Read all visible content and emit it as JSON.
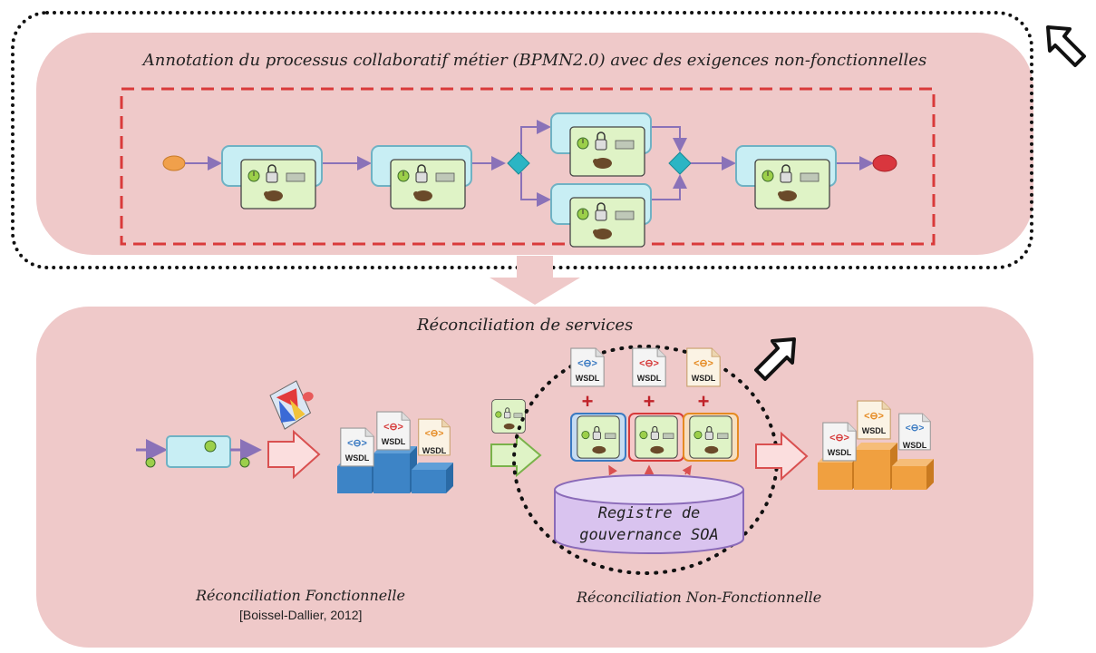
{
  "top_panel": {
    "title": "Annotation du processus collaboratif métier (BPMN2.0) avec des exigences non-fonctionnelles"
  },
  "bottom_panel": {
    "title": "Réconciliation de services",
    "registry_label_line1": "Registre de",
    "registry_label_line2": "gouvernance SOA",
    "functional_caption": "Réconciliation Fonctionnelle",
    "functional_citation": "[Boissel-Dallier, 2012]",
    "nonfunctional_caption": "Réconciliation Non-Fonctionnelle"
  },
  "wsdl_label": "WSDL",
  "plus_sign": "+",
  "colors": {
    "panel_fill": "#efc9c9",
    "task_fill": "#c8eef4",
    "task_border": "#6fb2c4",
    "annotation_fill": "#dff3c6",
    "gateway": "#2bb5c4",
    "start_event": "#f0a04b",
    "end_event": "#d9363e",
    "flow_arrow": "#8a72b8",
    "dashed_frame": "#d93a3a",
    "wsdl_blue": "#3a7ac2",
    "wsdl_red": "#d63a3a",
    "wsdl_orange": "#e58a22",
    "podium_blue": "#3d84c6",
    "podium_orange": "#f0a040",
    "registry_fill": "#d9c3ef"
  },
  "icons": [
    "timer-icon",
    "lock-icon",
    "money-icon",
    "turtle-icon",
    "pointer-arrow-icon",
    "color-palette-icon"
  ]
}
